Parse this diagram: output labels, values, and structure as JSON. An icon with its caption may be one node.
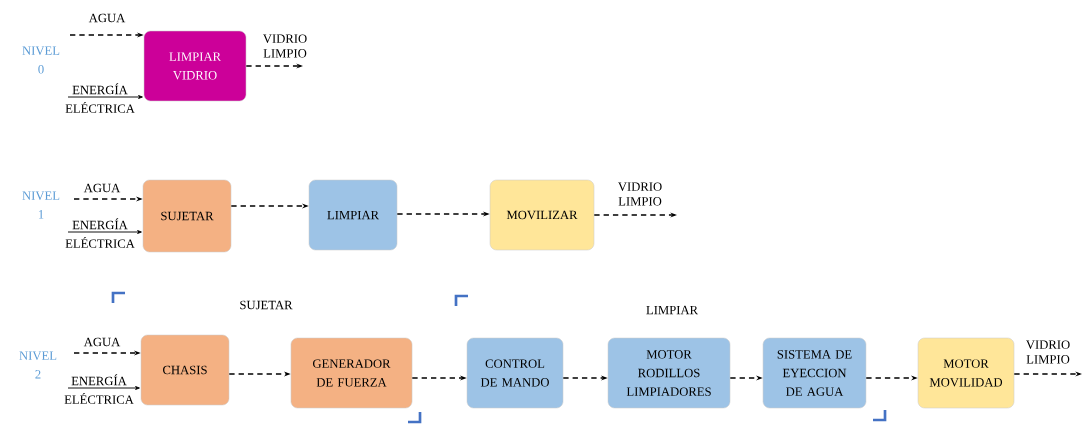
{
  "diagram": {
    "nodes": [
      {
        "text": [
          "LIMPIAR VIDRIO"
        ]
      },
      {
        "text": [
          "SUJETAR"
        ]
      },
      {
        "text": [
          "LIMPIAR"
        ]
      },
      {
        "text": [
          "MOVILIZAR"
        ]
      },
      {
        "text": [
          "CHASIS"
        ]
      },
      {
        "text": [
          "GENERADOR DE FUERZA"
        ]
      },
      {
        "text": [
          "CONTROL DE MANDO"
        ]
      },
      {
        "text": [
          "MOTOR RODILLOS LIMPIADORES"
        ]
      },
      {
        "text": [
          "SISTEMA DE EYECCION DE AGUA"
        ]
      },
      {
        "text": [
          "MOTOR MOVILIDAD"
        ]
      }
    ],
    "edges": [
      {
        "from": null,
        "to": 0,
        "arrow": "to",
        "label": "AGUA",
        "style": "dashed"
      },
      {
        "from": null,
        "to": 0,
        "arrow": "to",
        "label": "ENERGÍA ELÉCTRICA"
      },
      {
        "from": 0,
        "to": null,
        "arrow": "to",
        "label": "VIDRIO LIMPIO",
        "style": "dashed"
      },
      {
        "from": null,
        "to": 1,
        "arrow": "to",
        "label": "AGUA",
        "style": "dashed"
      },
      {
        "from": null,
        "to": 1,
        "arrow": "to",
        "label": "ENERGÍA ELÉCTRICA"
      },
      {
        "from": 1,
        "to": 2,
        "arrow": "to",
        "style": "dashed"
      },
      {
        "from": 2,
        "to": 3,
        "arrow": "to",
        "style": "dashed"
      },
      {
        "from": 3,
        "to": null,
        "arrow": "to",
        "label": "VIDRIO LIMPIO",
        "style": "dashed"
      },
      {
        "from": null,
        "to": 4,
        "arrow": "to",
        "label": "AGUA",
        "style": "dashed"
      },
      {
        "from": null,
        "to": 4,
        "arrow": "to",
        "label": "ENERGÍA ELÉCTRICA"
      },
      {
        "from": 4,
        "to": 5,
        "arrow": "to",
        "style": "dashed"
      },
      {
        "from": 5,
        "to": 6,
        "arrow": "to",
        "style": "dashed"
      },
      {
        "from": 6,
        "to": 7,
        "arrow": "to",
        "style": "dashed"
      },
      {
        "from": 7,
        "to": 8,
        "arrow": "to",
        "style": "dashed"
      },
      {
        "from": 8,
        "to": 9,
        "arrow": "to",
        "style": "dashed"
      },
      {
        "from": 9,
        "to": null,
        "arrow": "to",
        "label": "VIDRIO LIMPIO",
        "style": "dashed"
      }
    ],
    "labels": [
      "NIVEL 0",
      "NIVEL 1",
      "SUJETAR",
      "LIMPIAR",
      "NIVEL 2"
    ]
  }
}
